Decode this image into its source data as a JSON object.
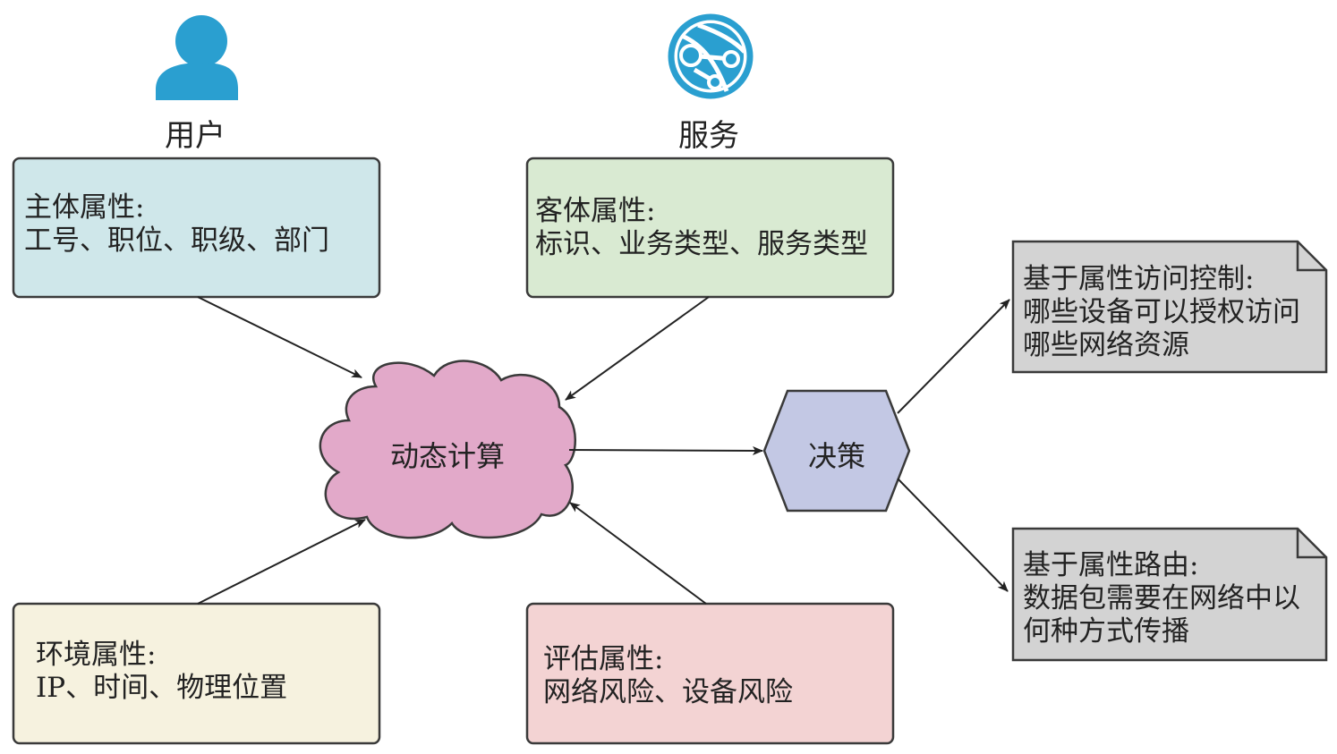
{
  "user": {
    "label": "用户",
    "icon": "user-icon"
  },
  "service": {
    "label": "服务",
    "icon": "globe-network-icon"
  },
  "subject_box": {
    "title": "主体属性:",
    "content": "工号、职位、职级、部门"
  },
  "object_box": {
    "title": "客体属性:",
    "content": "标识、业务类型、服务类型"
  },
  "environment_box": {
    "title": "环境属性:",
    "content": "IP、时间、物理位置"
  },
  "assessment_box": {
    "title": "评估属性:",
    "content": "网络风险、设备风险"
  },
  "compute": {
    "label": "动态计算"
  },
  "decision": {
    "label": "决策"
  },
  "access_note": {
    "line1": "基于属性访问控制:",
    "line2": "哪些设备可以授权访问",
    "line3": "哪些网络资源"
  },
  "routing_note": {
    "line1": "基于属性路由:",
    "line2": "数据包需要在网络中以",
    "line3": "何种方式传播"
  },
  "colors": {
    "icon_blue": "#2a9fd0",
    "subject_fill": "#cfe7ea",
    "object_fill": "#d9ead2",
    "environment_fill": "#f6f2df",
    "assessment_fill": "#f3d3d3",
    "cloud_fill": "#e2a9c9",
    "decision_fill": "#c3c8e4",
    "note_fill": "#d3d3d3"
  }
}
